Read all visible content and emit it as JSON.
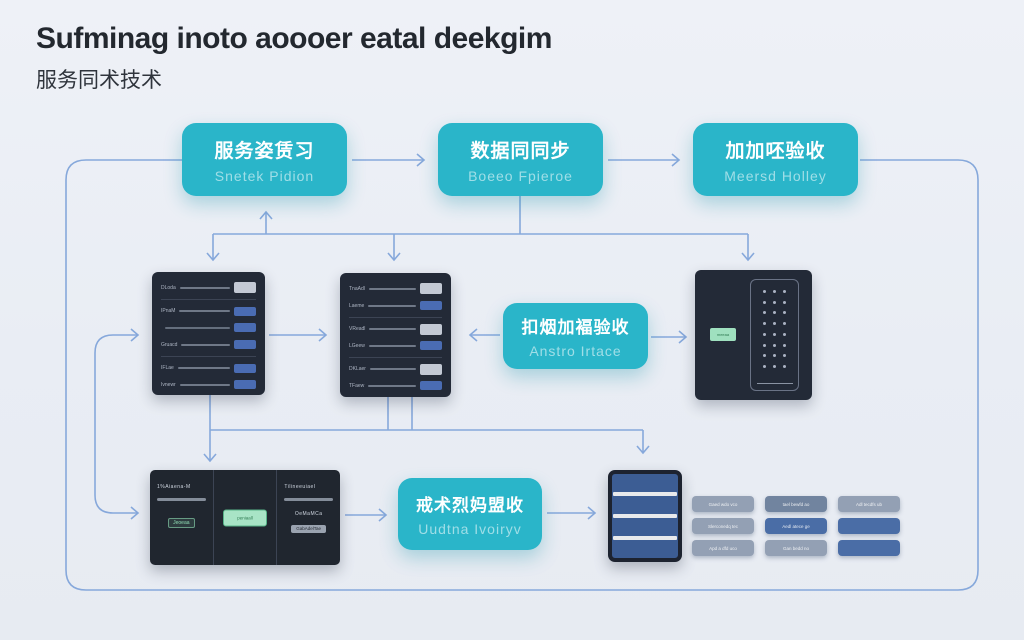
{
  "page": {
    "title": "Sufminag inoto aoooer eatal deekgim",
    "subtitle": "服务同术技术"
  },
  "nodes": {
    "top": [
      {
        "title": "服务姿赁习",
        "subtitle": "Snetek Pidion"
      },
      {
        "title": "数据同同步",
        "subtitle": "Boeeo Fpieroe"
      },
      {
        "title": "加加呸验收",
        "subtitle": "Meersd Holley"
      }
    ],
    "annotation_mid": {
      "title": "扣烟加褔验收",
      "subtitle": "Anstro Irtace"
    },
    "annotation_bottom": {
      "title": "戒术烈妈盟收",
      "subtitle": "Uudtna Ivoiryv"
    }
  },
  "panel1": {
    "rows": [
      {
        "label": "DLoda"
      },
      {
        "label": "IPnaM"
      },
      {
        "label": ""
      },
      {
        "label": "Gruacd"
      },
      {
        "label": "IFLae"
      },
      {
        "label": "Ivnewr"
      }
    ]
  },
  "panel2": {
    "groups": [
      {
        "row1": "TnaAdl",
        "row2": "Laeme"
      },
      {
        "row1": "VReadl",
        "row2": "LGeew"
      },
      {
        "row1": "DKLaer",
        "row2": "TFaew"
      }
    ]
  },
  "dots_panel": {
    "badge": "meeaa",
    "grid": {
      "rows": 8,
      "cols": 3
    }
  },
  "terminal_panel": {
    "col1": {
      "title": "1%Aiaena-M",
      "badge": "Jeoeaa"
    },
    "col2": {
      "badge": "peniaall"
    },
    "col3": {
      "title": "Tilineeuiael",
      "line": "OeMaMCa",
      "badge": "GabAdelTae"
    }
  },
  "pills": {
    "rows": [
      [
        {
          "label": "Gaed wdo vco"
        },
        {
          "label": "tael bewfd ao"
        },
        {
          "label": "Adl tecdfs ub"
        }
      ],
      [
        {
          "label": "Slerconedq tec"
        },
        {
          "label": "Aedl atece ge"
        },
        {
          "label": ""
        }
      ],
      [
        {
          "label": "Apd a dfd uco"
        },
        {
          "label": "Gan bedd no"
        },
        {
          "label": ""
        }
      ]
    ]
  },
  "colors": {
    "accent": "#2ab5c9",
    "line": "#86a8db",
    "panel": "#232a37",
    "btn-blue": "#4a6cb3",
    "btn-gray": "#c3c9d4",
    "green": "#a8e4c6",
    "pill-gray": "#93a0b4",
    "pill-slate": "#71849f",
    "pill-blue": "#4a6da6",
    "bg": "#e9edf4"
  }
}
